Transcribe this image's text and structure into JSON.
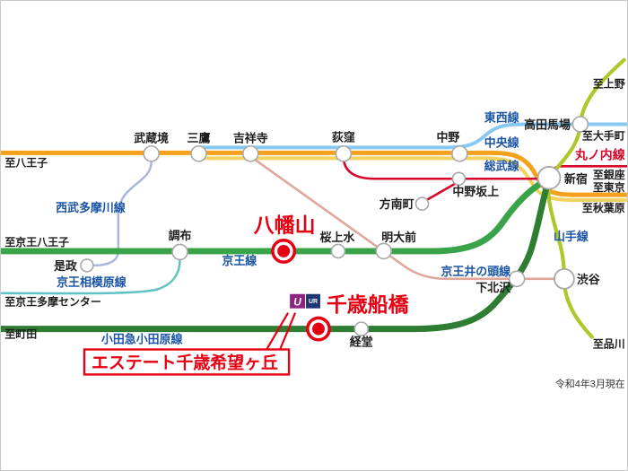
{
  "note": "令和4年3月現在",
  "colors": {
    "highlight": "#E60012",
    "line_label_blue": "#1A55A5",
    "station_ring_gray": "#A8A8A8"
  },
  "lines": {
    "chuo": {
      "name": "中央線",
      "color": "#F5A11C"
    },
    "sobu": {
      "name": "総武線",
      "color": "#F3D25F"
    },
    "tozai": {
      "name": "東西線",
      "color": "#87C9F0"
    },
    "marunouchi": {
      "name": "丸ノ内線",
      "color": "#D5082B"
    },
    "yamanote": {
      "name": "山手線",
      "color": "#B0C72A"
    },
    "keio": {
      "name": "京王線",
      "color": "#39A34A"
    },
    "seibu_tamagawa": {
      "name": "西武多摩川線",
      "color": "#A9B7DE"
    },
    "keio_sagamihara": {
      "name": "京王相模原線",
      "color": "#5FC2C5"
    },
    "keio_inokashira": {
      "name": "京王井の頭線",
      "color": "#DFA79A"
    },
    "odakyu": {
      "name": "小田急小田原線",
      "color": "#2F7D33"
    }
  },
  "stations": {
    "musashisakai": "武蔵境",
    "mitaka": "三鷹",
    "kichijoji": "吉祥寺",
    "ogikubo": "荻窪",
    "nakano": "中野",
    "takadanobaba": "高田馬場",
    "shinjuku": "新宿",
    "nakanosakaue": "中野坂上",
    "honancho": "方南町",
    "chofu": "調布",
    "koremasa": "是政",
    "sakurajosui": "桜上水",
    "meidaimae": "明大前",
    "shimokitazawa": "下北沢",
    "shibuya": "渋谷",
    "kyodo": "経堂"
  },
  "highlighted_stations": {
    "hachimanyama": "八幡山",
    "chitose_funabashi": "千歳船橋"
  },
  "destinations": {
    "hachioji": "至八王子",
    "keio_hachioji": "至京王八王子",
    "keio_tama_center": "至京王多摩センター",
    "machida": "至町田",
    "ueno": "至上野",
    "otemachi": "至大手町",
    "ginza": "至銀座",
    "tokyo": "至東京",
    "akihabara": "至秋葉原",
    "shinagawa": "至品川"
  },
  "callout": {
    "estate_label": "エステート千歳希望ヶ丘"
  },
  "ur_logo": {
    "u_mark": "U",
    "ur_text": "UR",
    "left_bg": "#8E2383",
    "right_bg": "#1F3674"
  }
}
